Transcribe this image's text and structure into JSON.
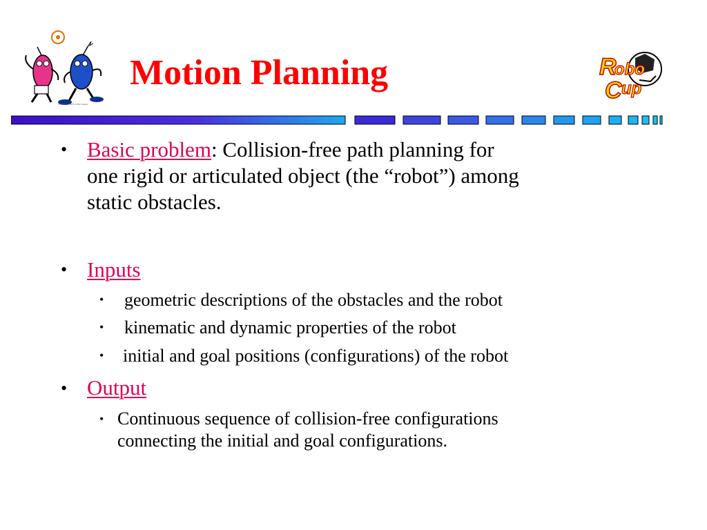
{
  "slide": {
    "title": "Motion Planning",
    "logo_left_caption": "(c) 1998 SPORTS & Bio-Imagine",
    "logo_right": {
      "r": "R",
      "obo": "obo",
      "c": "C",
      "up": "up"
    }
  },
  "colors": {
    "title": "#ff0000",
    "heading": "#e00055",
    "divider": "#3322cc"
  },
  "content": {
    "basic": {
      "label": "Basic problem",
      "text_line1": ": Collision-free path planning for",
      "text_line2": "one rigid or articulated object (the “robot”) among",
      "text_line3": "static obstacles."
    },
    "inputs": {
      "label": "Inputs",
      "items": [
        "geometric descriptions of the obstacles and the robot",
        "kinematic and dynamic properties of the robot",
        "initial and goal positions (configurations) of the robot"
      ]
    },
    "output": {
      "label": "Output",
      "item_line1": "Continuous sequence of collision-free configurations",
      "item_line2": "connecting the initial and goal configurations."
    },
    "bullet_glyph": "•"
  }
}
